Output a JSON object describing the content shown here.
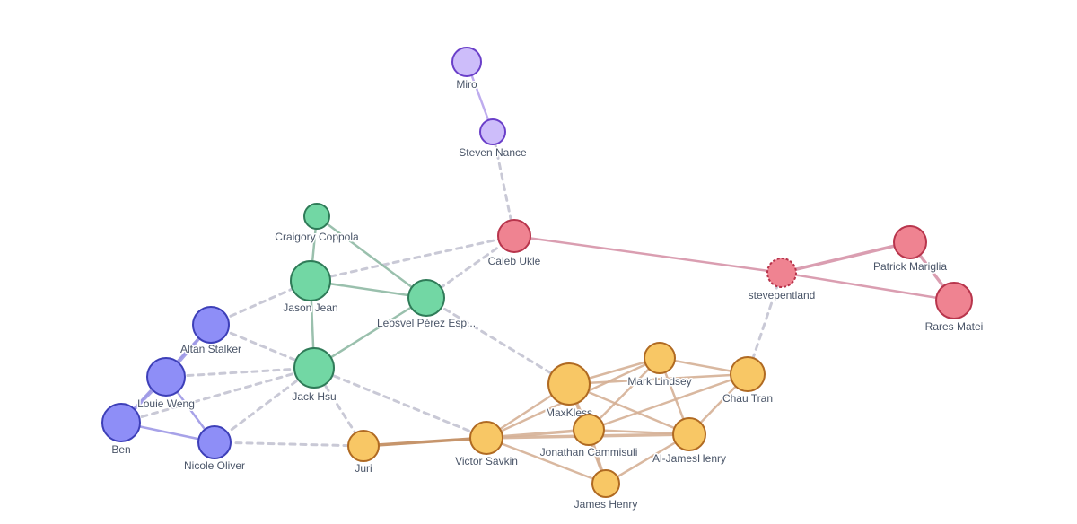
{
  "graph": {
    "groups": {
      "purple": {
        "fill": "#cdbdfa",
        "stroke": "#6a3fc9",
        "edge": "#b7a3ec"
      },
      "green": {
        "fill": "#72d7a4",
        "stroke": "#2f7b58",
        "edge": "#8fb9a4"
      },
      "red": {
        "fill": "#ef8391",
        "stroke": "#b8354c",
        "edge": "#d694a8"
      },
      "blue": {
        "fill": "#8e8ef7",
        "stroke": "#3d3fb8",
        "edge": "#9d98e6"
      },
      "orange": {
        "fill": "#f8c765",
        "stroke": "#b06a22",
        "edge": "#d5b096"
      }
    },
    "nodes": [
      {
        "id": "miro",
        "label": "Miro",
        "group": "purple"
      },
      {
        "id": "steven",
        "label": "Steven Nance",
        "group": "purple"
      },
      {
        "id": "caleb",
        "label": "Caleb Ukle",
        "group": "red"
      },
      {
        "id": "stevepentland",
        "label": "stevepentland",
        "group": "red",
        "dashed": true
      },
      {
        "id": "patrick",
        "label": "Patrick Mariglia",
        "group": "red"
      },
      {
        "id": "rares",
        "label": "Rares Matei",
        "group": "red"
      },
      {
        "id": "craigory",
        "label": "Craigory Coppola",
        "group": "green"
      },
      {
        "id": "jason",
        "label": "Jason Jean",
        "group": "green"
      },
      {
        "id": "leosvel",
        "label": "Leosvel Pérez Esp...",
        "group": "green"
      },
      {
        "id": "jackhsu",
        "label": "Jack Hsu",
        "group": "green"
      },
      {
        "id": "altan",
        "label": "Altan Stalker",
        "group": "blue"
      },
      {
        "id": "louie",
        "label": "Louie Weng",
        "group": "blue"
      },
      {
        "id": "ben",
        "label": "Ben",
        "group": "blue"
      },
      {
        "id": "nicole",
        "label": "Nicole Oliver",
        "group": "blue"
      },
      {
        "id": "juri",
        "label": "Juri",
        "group": "orange"
      },
      {
        "id": "victor",
        "label": "Victor Savkin",
        "group": "orange"
      },
      {
        "id": "maxkless",
        "label": "MaxKless",
        "group": "orange"
      },
      {
        "id": "marklindsey",
        "label": "Mark Lindsey",
        "group": "orange"
      },
      {
        "id": "chautran",
        "label": "Chau Tran",
        "group": "orange"
      },
      {
        "id": "jonathan",
        "label": "Jonathan Cammisuli",
        "group": "orange"
      },
      {
        "id": "aljames",
        "label": "Al-JamesHenry",
        "group": "orange"
      },
      {
        "id": "jameshenry",
        "label": "James Henry",
        "group": "orange"
      }
    ],
    "edges": [
      {
        "source": "miro",
        "target": "steven",
        "style": "solid",
        "group": "purple"
      },
      {
        "source": "steven",
        "target": "caleb",
        "style": "dashed"
      },
      {
        "source": "caleb",
        "target": "stevepentland",
        "style": "solid",
        "group": "red"
      },
      {
        "source": "stevepentland",
        "target": "patrick",
        "style": "solid",
        "group": "red",
        "weight": "heavy"
      },
      {
        "source": "stevepentland",
        "target": "rares",
        "style": "solid",
        "group": "red"
      },
      {
        "source": "patrick",
        "target": "rares",
        "style": "solid",
        "group": "red",
        "weight": "heavy"
      },
      {
        "source": "stevepentland",
        "target": "chautran",
        "style": "dashed"
      },
      {
        "source": "caleb",
        "target": "jason",
        "style": "dashed"
      },
      {
        "source": "caleb",
        "target": "leosvel",
        "style": "dashed"
      },
      {
        "source": "craigory",
        "target": "jason",
        "style": "solid",
        "group": "green"
      },
      {
        "source": "craigory",
        "target": "leosvel",
        "style": "solid",
        "group": "green"
      },
      {
        "source": "jason",
        "target": "leosvel",
        "style": "solid",
        "group": "green"
      },
      {
        "source": "jason",
        "target": "jackhsu",
        "style": "solid",
        "group": "green"
      },
      {
        "source": "jackhsu",
        "target": "leosvel",
        "style": "solid",
        "group": "green"
      },
      {
        "source": "altan",
        "target": "jason",
        "style": "dashed"
      },
      {
        "source": "altan",
        "target": "jackhsu",
        "style": "dashed"
      },
      {
        "source": "louie",
        "target": "jackhsu",
        "style": "dashed"
      },
      {
        "source": "ben",
        "target": "jackhsu",
        "style": "dashed"
      },
      {
        "source": "nicole",
        "target": "jackhsu",
        "style": "dashed"
      },
      {
        "source": "nicole",
        "target": "juri",
        "style": "dashed"
      },
      {
        "source": "jackhsu",
        "target": "juri",
        "style": "dashed"
      },
      {
        "source": "jackhsu",
        "target": "victor",
        "style": "dashed"
      },
      {
        "source": "leosvel",
        "target": "maxkless",
        "style": "dashed"
      },
      {
        "source": "altan",
        "target": "louie",
        "style": "solid",
        "group": "blue",
        "weight": "heavy"
      },
      {
        "source": "louie",
        "target": "ben",
        "style": "solid",
        "group": "blue",
        "weight": "heavy"
      },
      {
        "source": "louie",
        "target": "nicole",
        "style": "solid",
        "group": "blue"
      },
      {
        "source": "ben",
        "target": "nicole",
        "style": "solid",
        "group": "blue"
      },
      {
        "source": "altan",
        "target": "ben",
        "style": "solid",
        "group": "blue"
      },
      {
        "source": "juri",
        "target": "victor",
        "style": "solid",
        "group": "orange",
        "color": "#c08a5c",
        "weight": "heavy"
      },
      {
        "source": "victor",
        "target": "maxkless",
        "style": "solid",
        "group": "orange"
      },
      {
        "source": "victor",
        "target": "jonathan",
        "style": "solid",
        "group": "orange",
        "weight": "heavy"
      },
      {
        "source": "victor",
        "target": "aljames",
        "style": "solid",
        "group": "orange",
        "weight": "heavy"
      },
      {
        "source": "victor",
        "target": "marklindsey",
        "style": "solid",
        "group": "orange"
      },
      {
        "source": "victor",
        "target": "jameshenry",
        "style": "solid",
        "group": "orange"
      },
      {
        "source": "maxkless",
        "target": "marklindsey",
        "style": "solid",
        "group": "orange"
      },
      {
        "source": "maxkless",
        "target": "chautran",
        "style": "solid",
        "group": "orange"
      },
      {
        "source": "maxkless",
        "target": "jonathan",
        "style": "solid",
        "group": "orange"
      },
      {
        "source": "maxkless",
        "target": "aljames",
        "style": "solid",
        "group": "orange"
      },
      {
        "source": "maxkless",
        "target": "jameshenry",
        "style": "solid",
        "group": "orange"
      },
      {
        "source": "marklindsey",
        "target": "chautran",
        "style": "solid",
        "group": "orange"
      },
      {
        "source": "marklindsey",
        "target": "jonathan",
        "style": "solid",
        "group": "orange"
      },
      {
        "source": "marklindsey",
        "target": "aljames",
        "style": "solid",
        "group": "orange"
      },
      {
        "source": "chautran",
        "target": "jonathan",
        "style": "solid",
        "group": "orange"
      },
      {
        "source": "chautran",
        "target": "aljames",
        "style": "solid",
        "group": "orange"
      },
      {
        "source": "jonathan",
        "target": "aljames",
        "style": "solid",
        "group": "orange"
      },
      {
        "source": "jonathan",
        "target": "jameshenry",
        "style": "solid",
        "group": "orange",
        "weight": "heavy"
      },
      {
        "source": "aljames",
        "target": "jameshenry",
        "style": "solid",
        "group": "orange"
      }
    ]
  }
}
